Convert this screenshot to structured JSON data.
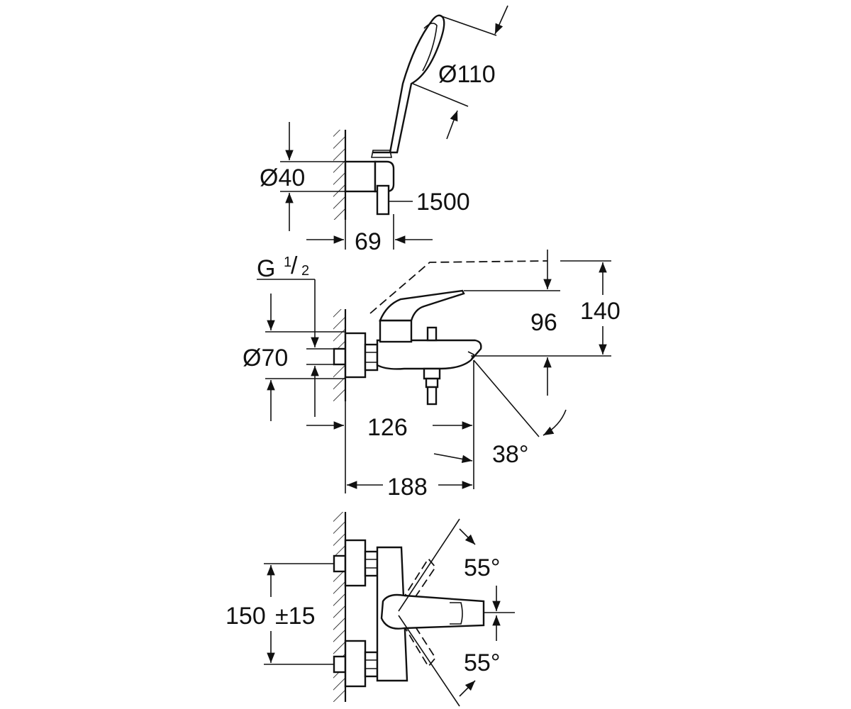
{
  "dimensions": {
    "handshower_diameter": "Ø110",
    "holder_diameter": "Ø40",
    "hose_length": "1500",
    "holder_projection": "69",
    "thread": "G",
    "thread_fraction_num": "1",
    "thread_fraction_den": "2",
    "rosette_diameter": "Ø70",
    "spout_height": "96",
    "total_height": "140",
    "spout_projection": "126",
    "spout_angle": "38°",
    "total_projection": "188",
    "lever_angle_top": "55°",
    "lever_angle_bottom": "55°",
    "connection_distance": "150",
    "connection_tolerance": "±15"
  }
}
